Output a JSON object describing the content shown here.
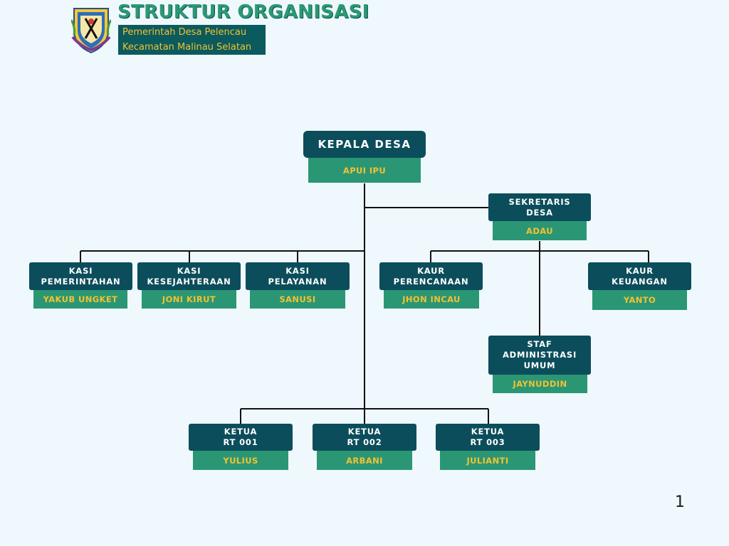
{
  "header": {
    "title": "STRUKTUR ORGANISASI",
    "subtitle_line1": "Pemerintah Desa Pelencau",
    "subtitle_line2": "Kecamatan Malinau Selatan"
  },
  "org": {
    "kepala_desa": {
      "role": "KEPALA DESA",
      "name": "APUI IPU"
    },
    "sekretaris": {
      "role": "SEKRETARIS\nDESA",
      "name": "ADAU"
    },
    "kasi_pemerintahan": {
      "role": "KASI\nPEMERINTAHAN",
      "name": "YAKUB UNGKET"
    },
    "kasi_kesejahteraan": {
      "role": "KASI\nKESEJAHTERAAN",
      "name": "JONI KIRUT"
    },
    "kasi_pelayanan": {
      "role": "KASI\nPELAYANAN",
      "name": "SANUSI"
    },
    "kaur_perencanaan": {
      "role": "KAUR\nPERENCANAAN",
      "name": "JHON INCAU"
    },
    "kaur_keuangan": {
      "role": "KAUR\nKEUANGAN",
      "name": "YANTO"
    },
    "staf_administrasi": {
      "role": "STAF\nADMINISTRASI\nUMUM",
      "name": "JAYNUDDIN"
    },
    "ketua_rt_001": {
      "role": "KETUA\nRT 001",
      "name": "YULIUS"
    },
    "ketua_rt_002": {
      "role": "KETUA\nRT 002",
      "name": "ARBANI"
    },
    "ketua_rt_003": {
      "role": "KETUA\nRT 003",
      "name": "JULIANTI"
    }
  },
  "page_number": "1",
  "colors": {
    "background": "#eff8fd",
    "role_box": "#0b4d5b",
    "name_box": "#2b9674",
    "name_text": "#f2c230",
    "title": "#2a9a72"
  }
}
